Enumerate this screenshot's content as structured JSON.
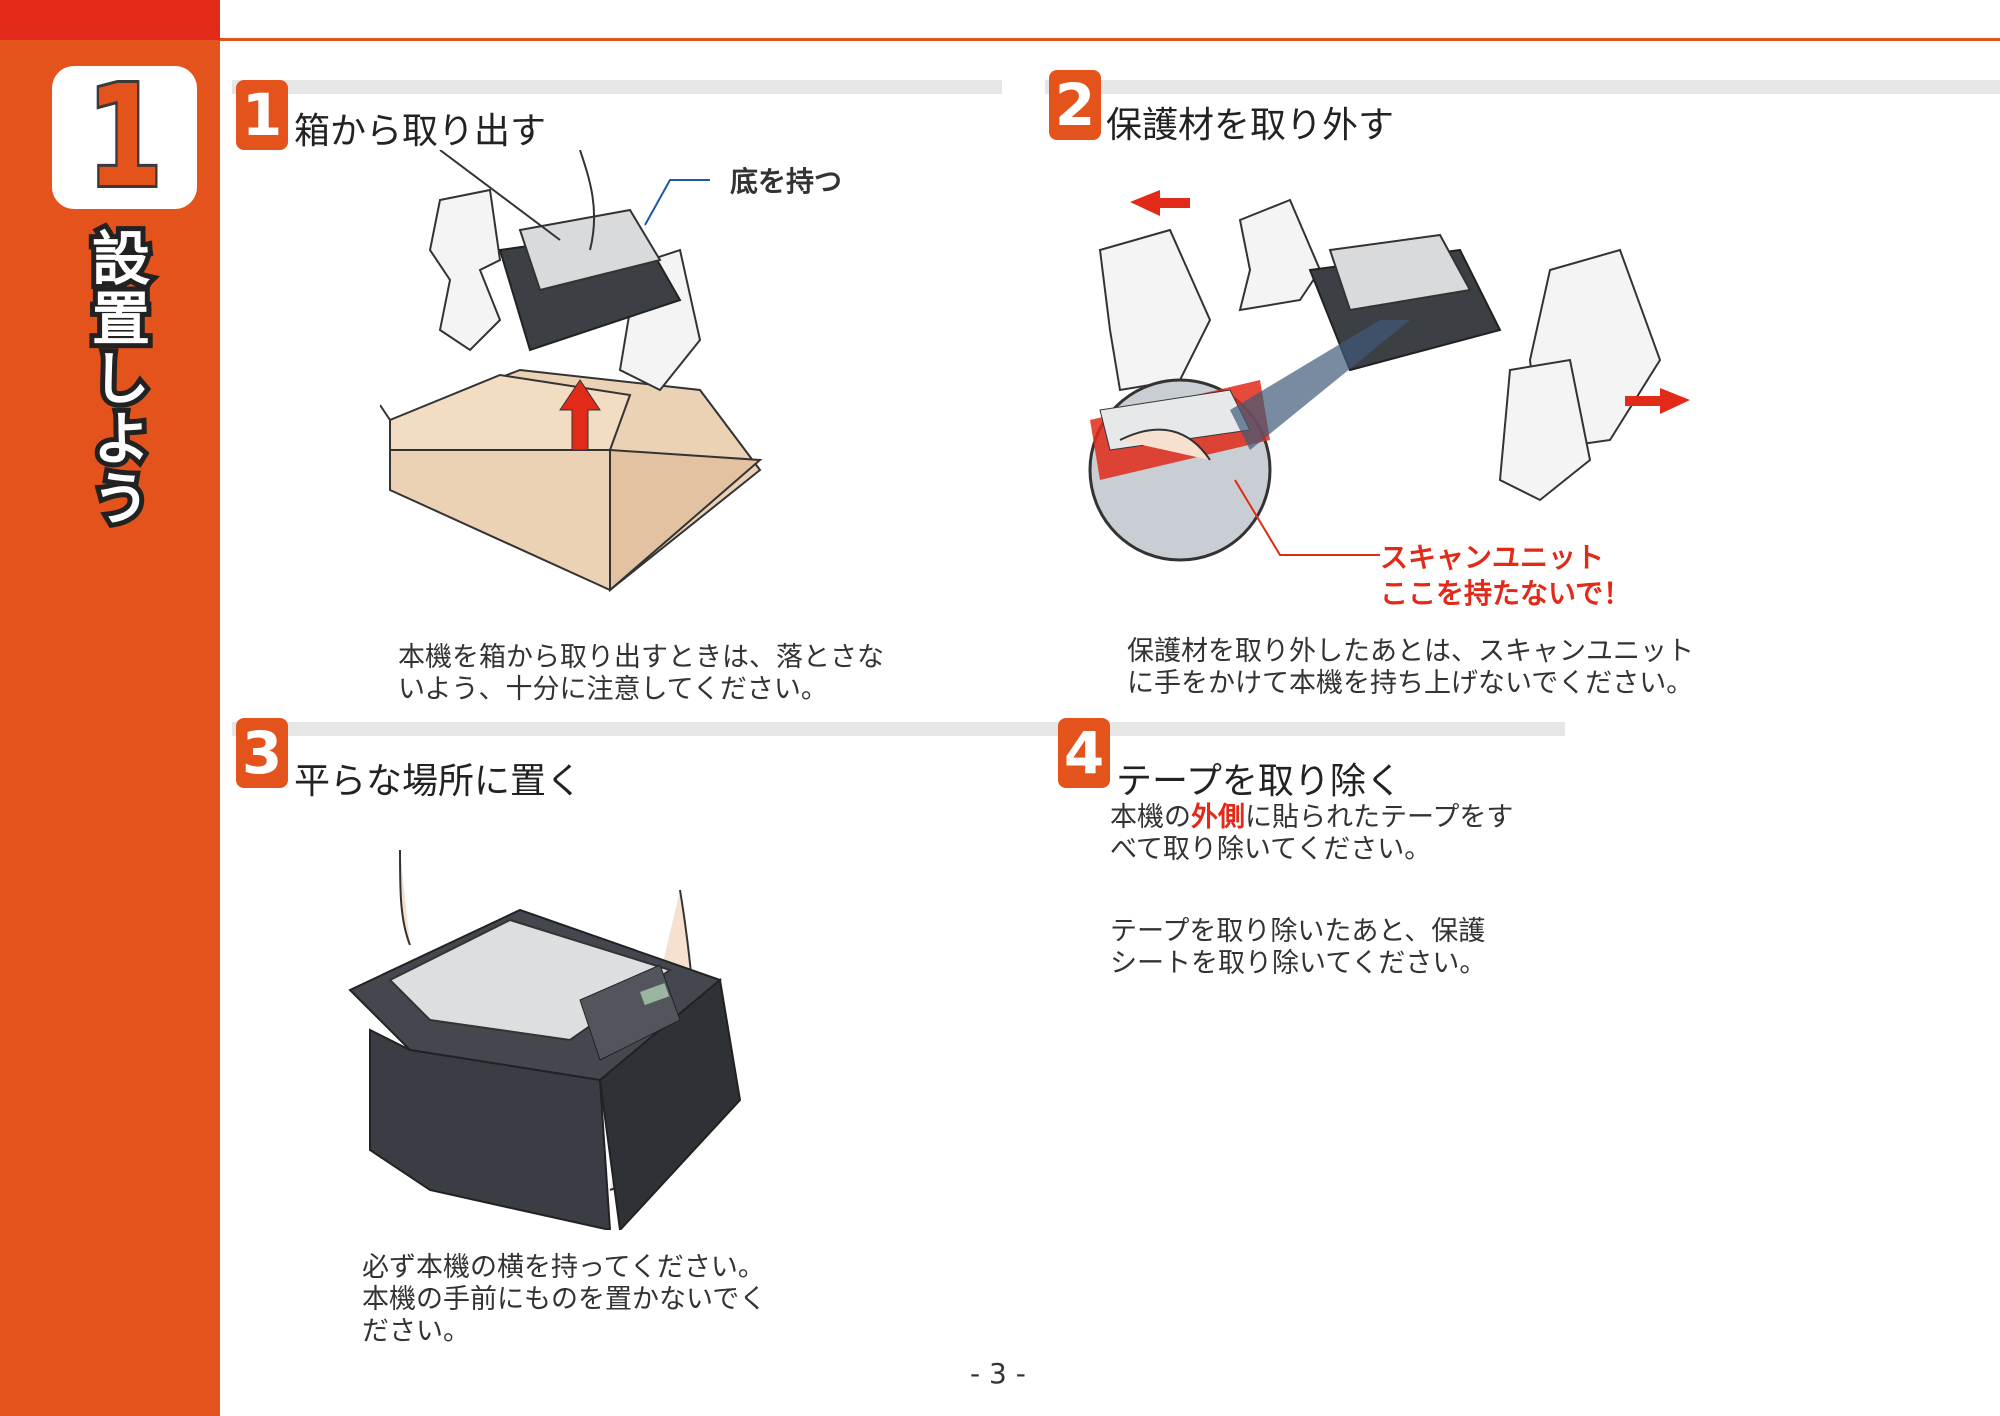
{
  "chapter": {
    "number": "1",
    "title": "設置しよう"
  },
  "steps": [
    {
      "number": "1",
      "title": "箱から取り出す",
      "callout": "底を持つ",
      "text": [
        "本機を箱から取り出すときは、落とさな",
        "いよう、十分に注意してください。"
      ]
    },
    {
      "number": "2",
      "title": "保護材を取り外す",
      "warning": [
        "スキャンユニット",
        "ここを持たないで！"
      ],
      "text": [
        "保護材を取り外したあとは、スキャンユニット",
        "に手をかけて本機を持ち上げないでください。"
      ]
    },
    {
      "number": "3",
      "title": "平らな場所に置く",
      "text": [
        "必ず本機の横を持ってください。",
        "本機の手前にものを置かないでく",
        "ださい。"
      ]
    },
    {
      "number": "4",
      "title": "テープを取り除く",
      "text_pre": "本機の",
      "text_emph": "外側",
      "text_post": "に貼られたテープをす",
      "text_line2": "べて取り除いてください。",
      "text2": [
        "テープを取り除いたあと、保護",
        "シートを取り除いてください。"
      ]
    }
  ],
  "page_number": "- 3 -",
  "colors": {
    "accent": "#e4531c",
    "warning": "#e12a18"
  }
}
